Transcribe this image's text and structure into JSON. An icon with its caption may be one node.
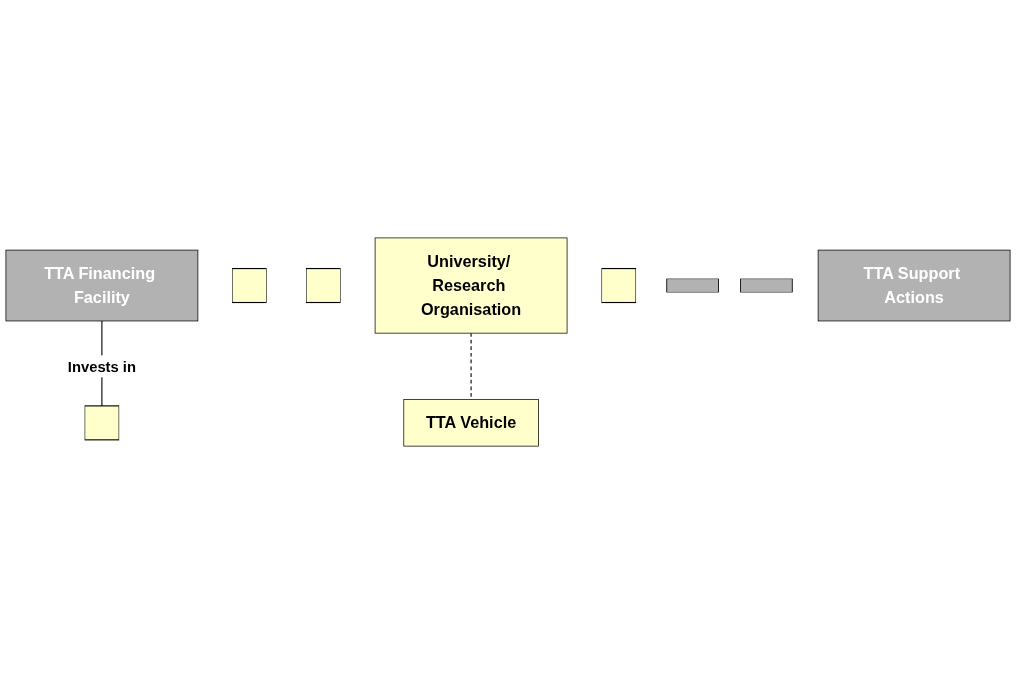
{
  "diagram": {
    "nodes": [
      {
        "text": [
          "TTA Financing Facility"
        ]
      },
      {
        "text": [],
        "shape": "box"
      },
      {
        "text": [],
        "shape": "box"
      },
      {
        "text": [
          "University/ Research Organisation"
        ]
      },
      {
        "text": [],
        "shape": "box"
      },
      {
        "text": [],
        "shape": "box"
      },
      {
        "text": [
          "TTA Vehicle"
        ]
      },
      {
        "text": [],
        "shape": "bar"
      },
      {
        "text": [],
        "shape": "bar"
      },
      {
        "text": [
          "TTA Support Actions"
        ]
      }
    ],
    "edges": [
      {
        "from": 0,
        "to": 4,
        "arrow": "none",
        "label": "Invests in"
      },
      {
        "from": 3,
        "to": 6,
        "arrow": "none",
        "style": "dashed"
      }
    ]
  }
}
